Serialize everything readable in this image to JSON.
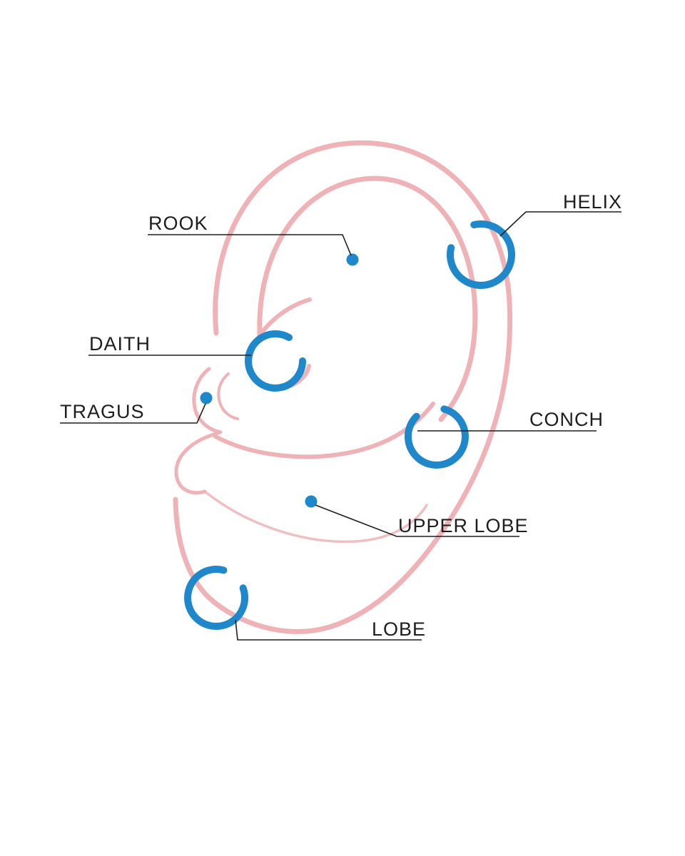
{
  "canvas": {
    "background": "#ffffff"
  },
  "colors": {
    "ear_outline": "#efb3b7",
    "marker_blue": "#1e88cb",
    "label_text": "#1e1e1e",
    "leader_line": "#1f1f1f"
  },
  "diagram": {
    "name": "Ear piercing placement diagram",
    "labels": [
      {
        "id": "helix",
        "text": "HELIX",
        "marker": "ring"
      },
      {
        "id": "rook",
        "text": "ROOK",
        "marker": "dot"
      },
      {
        "id": "daith",
        "text": "DAITH",
        "marker": "ring"
      },
      {
        "id": "tragus",
        "text": "TRAGUS",
        "marker": "dot"
      },
      {
        "id": "conch",
        "text": "CONCH",
        "marker": "ring"
      },
      {
        "id": "upper_lobe",
        "text": "UPPER LOBE",
        "marker": "dot"
      },
      {
        "id": "lobe",
        "text": "LOBE",
        "marker": "ring"
      }
    ]
  }
}
